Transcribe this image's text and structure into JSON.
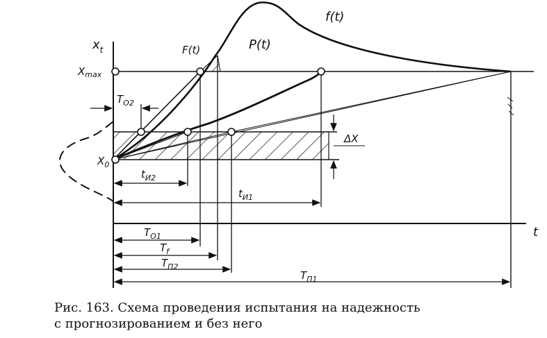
{
  "diagram": {
    "labels": {
      "x_axis": "t",
      "y_axis": "x",
      "y_axis_sub": "t",
      "x_max": "X",
      "x_max_sub": "max",
      "x0": "X",
      "x0_sub": "0",
      "f_t": "f(t)",
      "F_t": "F(t)",
      "P_t": "P(t)",
      "delta_x": "ΔX",
      "T_o2": "T",
      "T_o2_sub": "O2",
      "t_i2": "t",
      "t_i2_sub": "И2",
      "t_i1": "t",
      "t_i1_sub": "И1",
      "T_o1": "T",
      "T_o1_sub": "O1",
      "T_f": "T",
      "T_f_sub": "f",
      "T_p2": "T",
      "T_p2_sub": "П2",
      "T_p1": "T",
      "T_p1_sub": "П1"
    }
  },
  "caption": {
    "line1": "Рис. 163. Схема проведения испытания на надежность",
    "line2": "с прогнозированием и без него"
  }
}
